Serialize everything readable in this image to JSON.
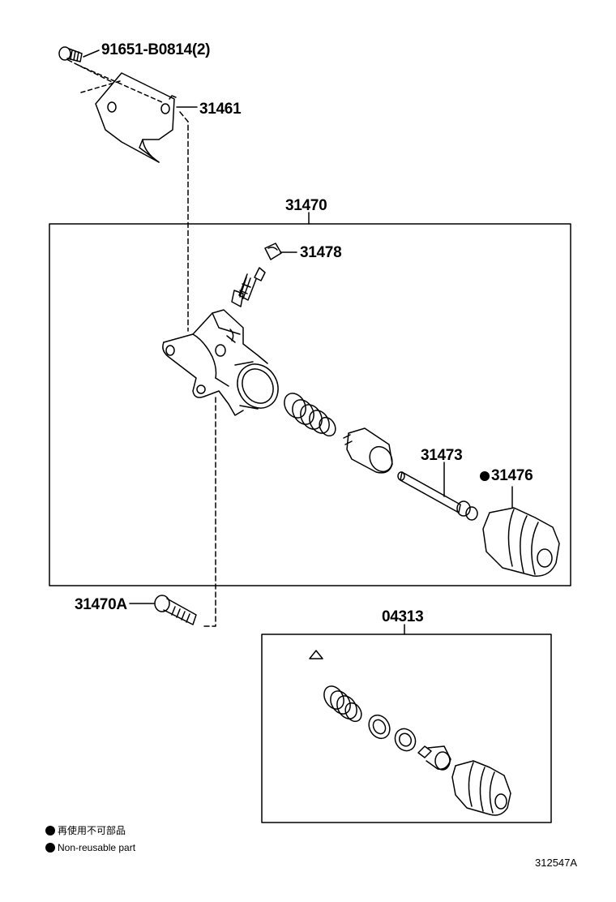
{
  "labels": {
    "bolt_top": "91651-B0814(2)",
    "bracket": "31461",
    "cylinder_assy": "31470",
    "bleeder_cap": "31478",
    "push_rod": "31473",
    "boot": "31476",
    "bolt_bottom": "31470A",
    "repair_kit": "04313"
  },
  "legend": {
    "jp": "再使用不可部品",
    "en": "Non-reusable part"
  },
  "diagram_id": "312547A"
}
